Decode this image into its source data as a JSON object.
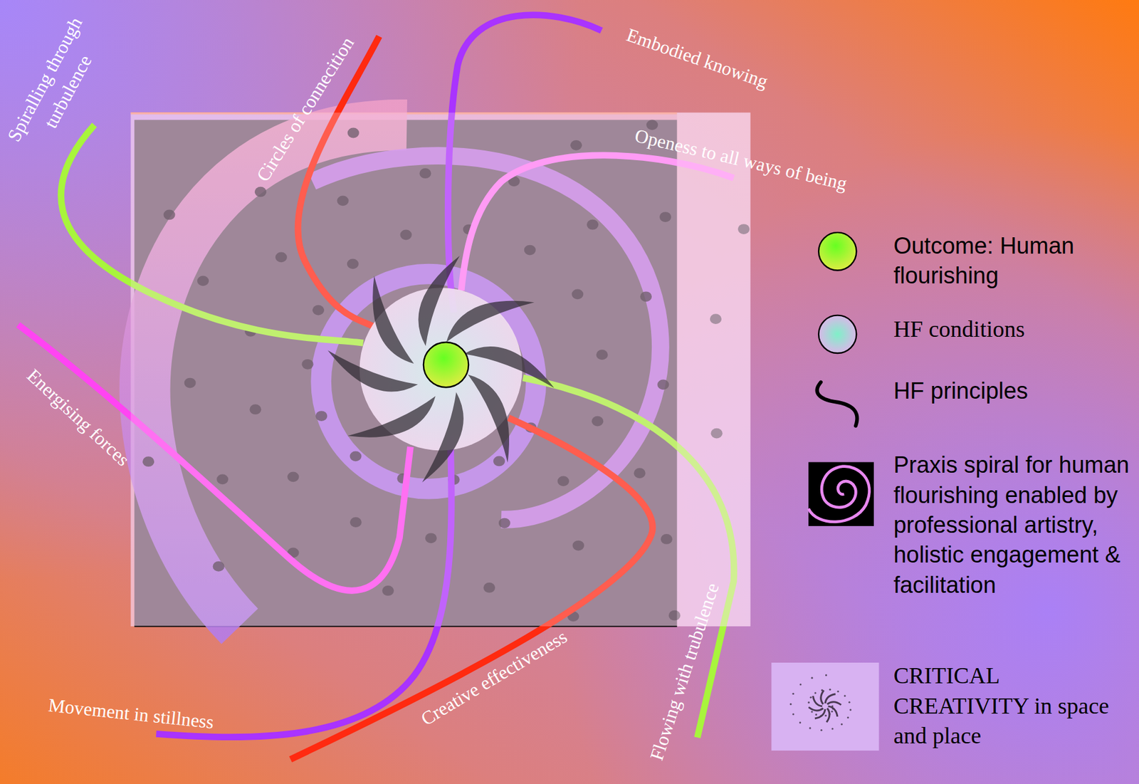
{
  "diagram": {
    "labels": [
      "Spiralling through turbulence",
      "Circles of connecition",
      "Embodied knowing",
      "Openess to all ways of being",
      "Energising forces",
      "Movement in stillness",
      "Creative effectiveness",
      "Flowing with trubulence"
    ],
    "legend": [
      {
        "text": "Outcome: Human flourishing"
      },
      {
        "text": "HF conditions"
      },
      {
        "text": "HF principles"
      },
      {
        "text": "Praxis spiral for human flourishing enabled by professional artistry, holistic engagement & facilitation"
      },
      {
        "text": "CRITICAL CREATIVITY in space and place"
      }
    ]
  }
}
